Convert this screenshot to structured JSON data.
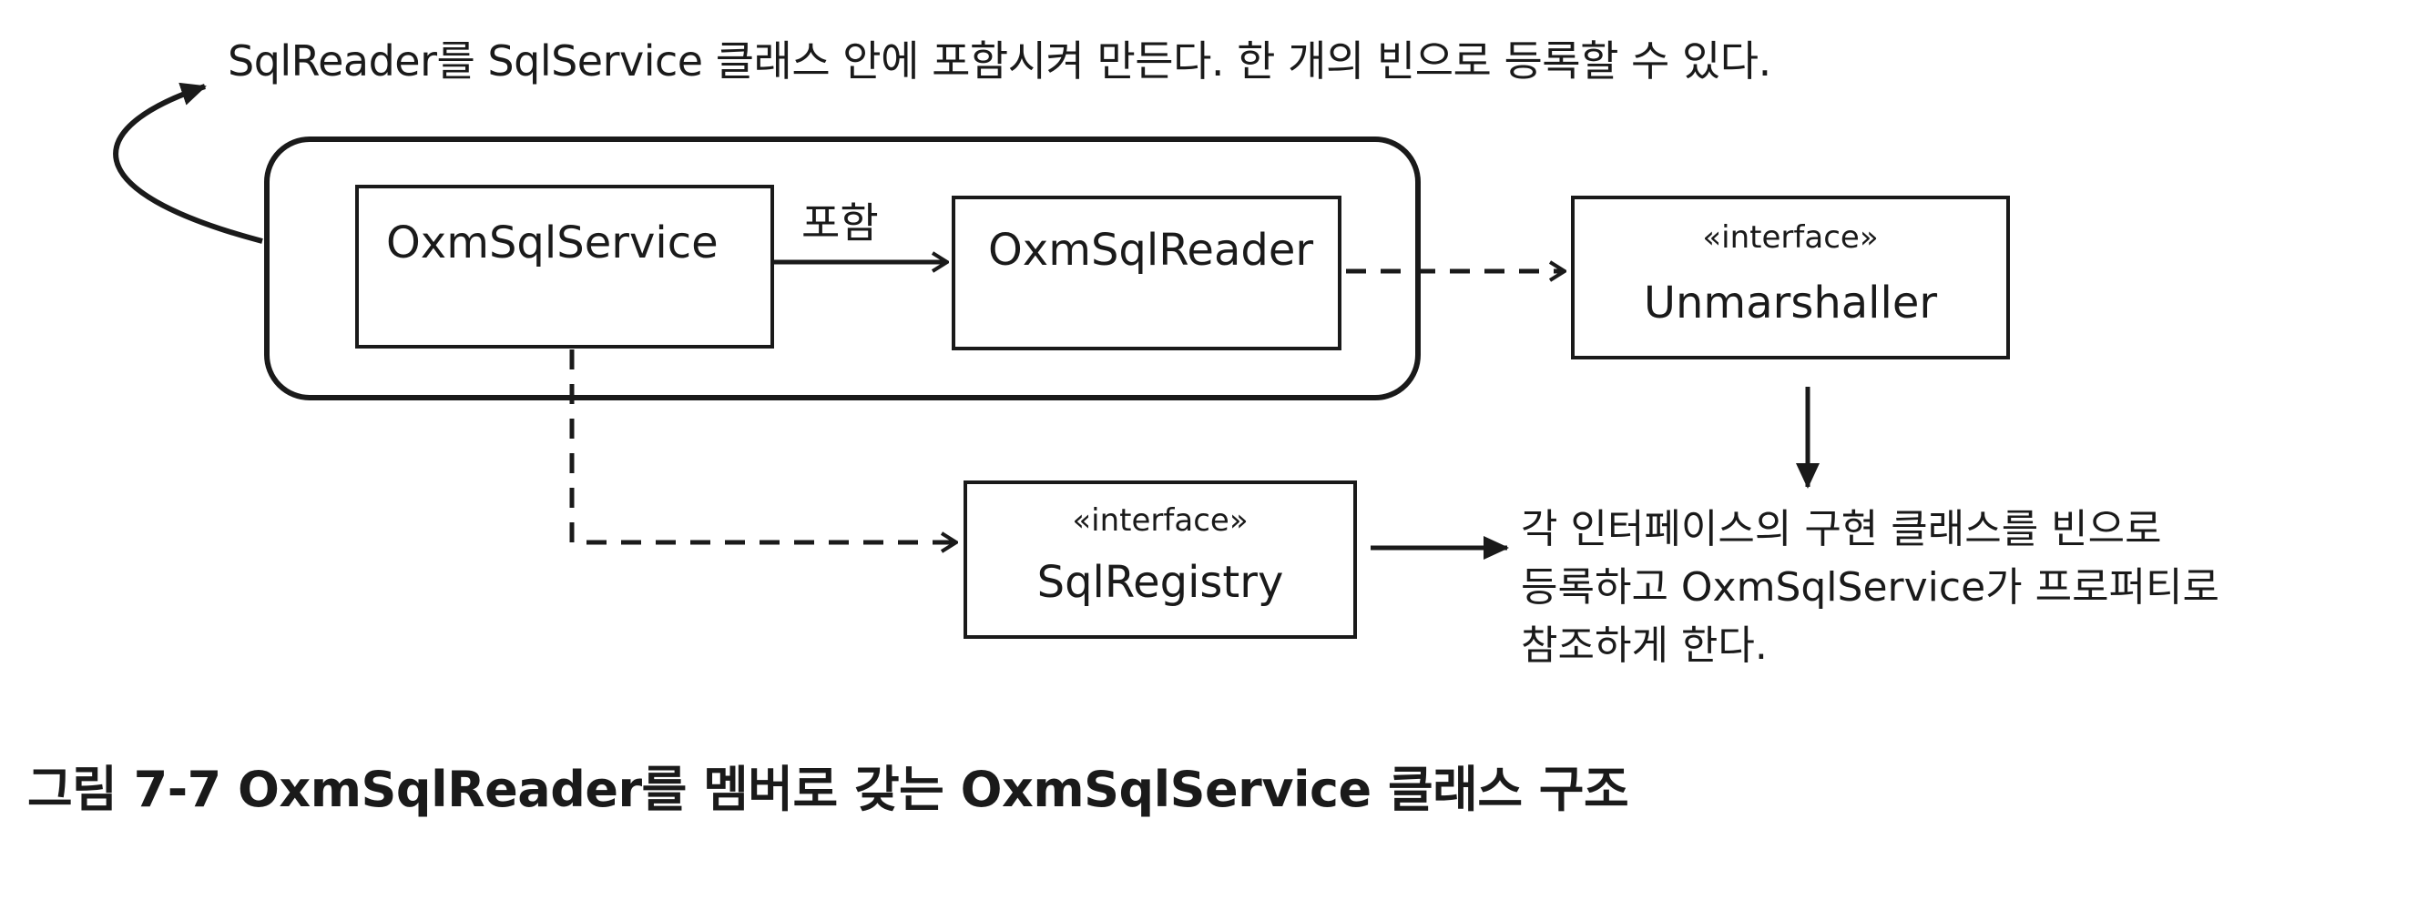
{
  "top_note": "SqlReader를 SqlService 클래스 안에 포함시켜 만든다. 한 개의 빈으로 등록할 수 있다.",
  "contain_label": "포함",
  "boxes": {
    "oxm_sql_service": {
      "name": "OxmSqlService"
    },
    "oxm_sql_reader": {
      "name": "OxmSqlReader"
    },
    "unmarshaller": {
      "stereotype": "«interface»",
      "name": "Unmarshaller"
    },
    "sql_registry": {
      "stereotype": "«interface»",
      "name": "SqlRegistry"
    }
  },
  "side_note": {
    "lines": [
      "각 인터페이스의 구현 클래스를 빈으로",
      "등록하고 OxmSqlService가 프로퍼티로",
      "참조하게 한다."
    ]
  },
  "caption": "그림 7-7 OxmSqlReader를 멤버로 갖는 OxmSqlService 클래스 구조"
}
